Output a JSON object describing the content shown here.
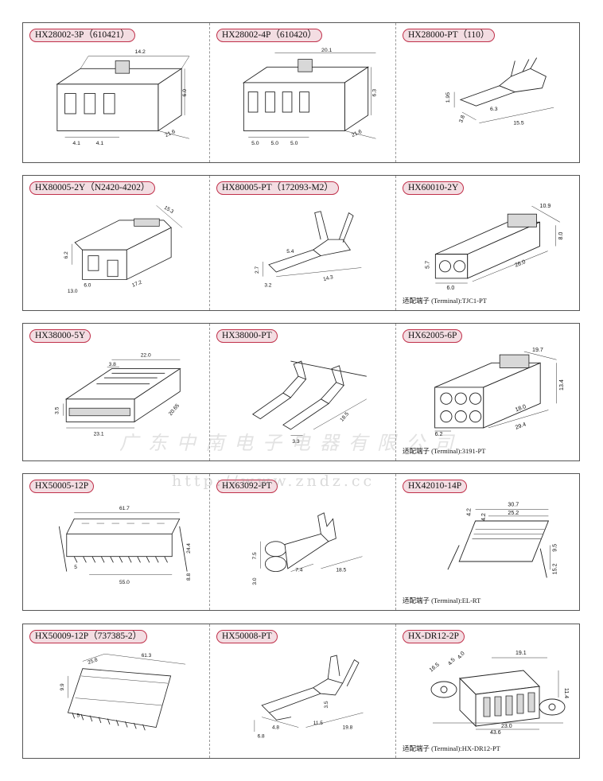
{
  "watermark": {
    "company": "广东中南电子电器有限公司",
    "url": "http://www.zndz.cc"
  },
  "rows": [
    {
      "cells": [
        {
          "model": "HX28002-3P（610421）",
          "dims": [
            "14.2",
            "6.0",
            "21.6",
            "4.1",
            "4.1"
          ],
          "terminal": ""
        },
        {
          "model": "HX28002-4P（610420）",
          "dims": [
            "20.1",
            "6.3",
            "21.6",
            "5.0",
            "5.0",
            "5.0"
          ],
          "terminal": ""
        },
        {
          "model": "HX28000-PT（110）",
          "dims": [
            "1.95",
            "3.8",
            "6.3",
            "15.5"
          ],
          "terminal": ""
        }
      ]
    },
    {
      "cells": [
        {
          "model": "HX80005-2Y（N2420-4202）",
          "dims": [
            "15.3",
            "6.2",
            "6.0",
            "13.0",
            "17.2"
          ],
          "terminal": ""
        },
        {
          "model": "HX80005-PT（172093-M2）",
          "dims": [
            "5.4",
            "2.7",
            "3.2",
            "14.3"
          ],
          "terminal": ""
        },
        {
          "model": "HX60010-2Y",
          "dims": [
            "10.9",
            "8.0",
            "5.7",
            "6.0",
            "26.0"
          ],
          "terminal": "适配端子 (Terminal):TJC1-PT"
        }
      ]
    },
    {
      "cells": [
        {
          "model": "HX38000-5Y",
          "dims": [
            "22.0",
            "3.8",
            "3.5",
            "20.65",
            "23.1"
          ],
          "terminal": ""
        },
        {
          "model": "HX38000-PT",
          "dims": [
            "18.5",
            "3.3"
          ],
          "terminal": ""
        },
        {
          "model": "HX62005-6P",
          "dims": [
            "19.7",
            "13.4",
            "18.0",
            "6.2",
            "29.4"
          ],
          "terminal": "适配端子 (Terminal):3191-PT"
        }
      ]
    },
    {
      "cells": [
        {
          "model": "HX50005-12P",
          "dims": [
            "61.7",
            "24.4",
            "5",
            "55.0",
            "8.8"
          ],
          "terminal": ""
        },
        {
          "model": "HX63092-PT",
          "dims": [
            "7.5",
            "7.4",
            "18.5",
            "3.0"
          ],
          "terminal": ""
        },
        {
          "model": "HX42010-14P",
          "dims": [
            "30.7",
            "4.2",
            "4.2",
            "25.2",
            "9.5",
            "15.2"
          ],
          "terminal": "适配端子 (Terminal):EL-RT"
        }
      ]
    },
    {
      "cells": [
        {
          "model": "HX50009-12P（737385-2）",
          "dims": [
            "25.8",
            "61.3",
            "9.9",
            "5"
          ],
          "terminal": ""
        },
        {
          "model": "HX50008-PT",
          "dims": [
            "3.5",
            "4.8",
            "11.5",
            "19.8",
            "6.8"
          ],
          "terminal": ""
        },
        {
          "model": "HX-DR12-2P",
          "dims": [
            "19.1",
            "16.5",
            "4.5",
            "4.0",
            "11.4",
            "23.0",
            "43.6"
          ],
          "terminal": "适配端子 (Terminal):HX-DR12-PT"
        }
      ]
    }
  ]
}
